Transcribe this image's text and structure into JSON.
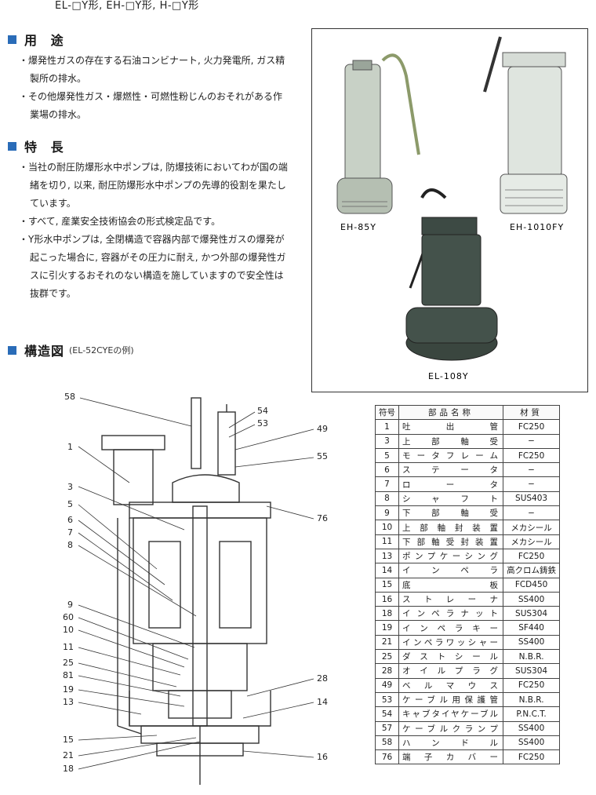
{
  "header": "EL-□Y形, EH-□Y形, H-□Y形",
  "usage": {
    "title": "用 途",
    "bullets": [
      "・爆発性ガスの存在する石油コンビナート, 火力発電所, ガス精製所の排水。",
      "・その他爆発性ガス・爆燃性・可燃性粉じんのおそれがある作業場の排水。"
    ]
  },
  "features": {
    "title": "特 長",
    "bullets": [
      "・当社の耐圧防爆形水中ポンプは, 防爆技術においてわが国の端緒を切り, 以来, 耐圧防爆形水中ポンプの先導的役割を果たしています。",
      "・すべて, 産業安全技術協会の形式検定品です。",
      "・Y形水中ポンプは, 全閉構造で容器内部で爆発性ガスの爆発が起こった場合に, 容器がその圧力に耐え, かつ外部の爆発性ガスに引火するおそれのない構造を施していますので安全性は抜群です。"
    ]
  },
  "structure": {
    "title": "構造図",
    "note": "(EL-52CYEの例)"
  },
  "photos": {
    "captions": [
      "EH-85Y",
      "EH-1010FY",
      "EL-108Y"
    ]
  },
  "diagram_labels": [
    "58",
    "54",
    "53",
    "49",
    "55",
    "1",
    "3",
    "5",
    "6",
    "7",
    "8",
    "76",
    "9",
    "60",
    "10",
    "11",
    "25",
    "81",
    "19",
    "13",
    "28",
    "14",
    "15",
    "21",
    "18",
    "16"
  ],
  "parts_table": {
    "headers": [
      "符号",
      "部品名称",
      "材質"
    ],
    "rows": [
      [
        "1",
        "吐出管",
        "FC250"
      ],
      [
        "3",
        "上部軸受",
        "−"
      ],
      [
        "5",
        "モータフレーム",
        "FC250"
      ],
      [
        "6",
        "ステータ",
        "−"
      ],
      [
        "7",
        "ロータ",
        "−"
      ],
      [
        "8",
        "シャフト",
        "SUS403"
      ],
      [
        "9",
        "下部軸受",
        "−"
      ],
      [
        "10",
        "上部軸封装置",
        "メカシール"
      ],
      [
        "11",
        "下部軸受封装置",
        "メカシール"
      ],
      [
        "13",
        "ポンプケーシング",
        "FC250"
      ],
      [
        "14",
        "インペラ",
        "高クロム鋳鉄"
      ],
      [
        "15",
        "底板",
        "FCD450"
      ],
      [
        "16",
        "ストレーナ",
        "SS400"
      ],
      [
        "18",
        "インペラナット",
        "SUS304"
      ],
      [
        "19",
        "インペラキー",
        "SF440"
      ],
      [
        "21",
        "インペラワッシャー",
        "SS400"
      ],
      [
        "25",
        "ダストシール",
        "N.B.R."
      ],
      [
        "28",
        "オイルプラグ",
        "SUS304"
      ],
      [
        "49",
        "ベルマウス",
        "FC250"
      ],
      [
        "53",
        "ケーブル用保護管",
        "N.B.R."
      ],
      [
        "54",
        "キャブタイヤケーブル",
        "P.N.C.T."
      ],
      [
        "57",
        "ケーブルクランプ",
        "SS400"
      ],
      [
        "58",
        "ハンドル",
        "SS400"
      ],
      [
        "76",
        "端子カバー",
        "FC250"
      ]
    ]
  }
}
